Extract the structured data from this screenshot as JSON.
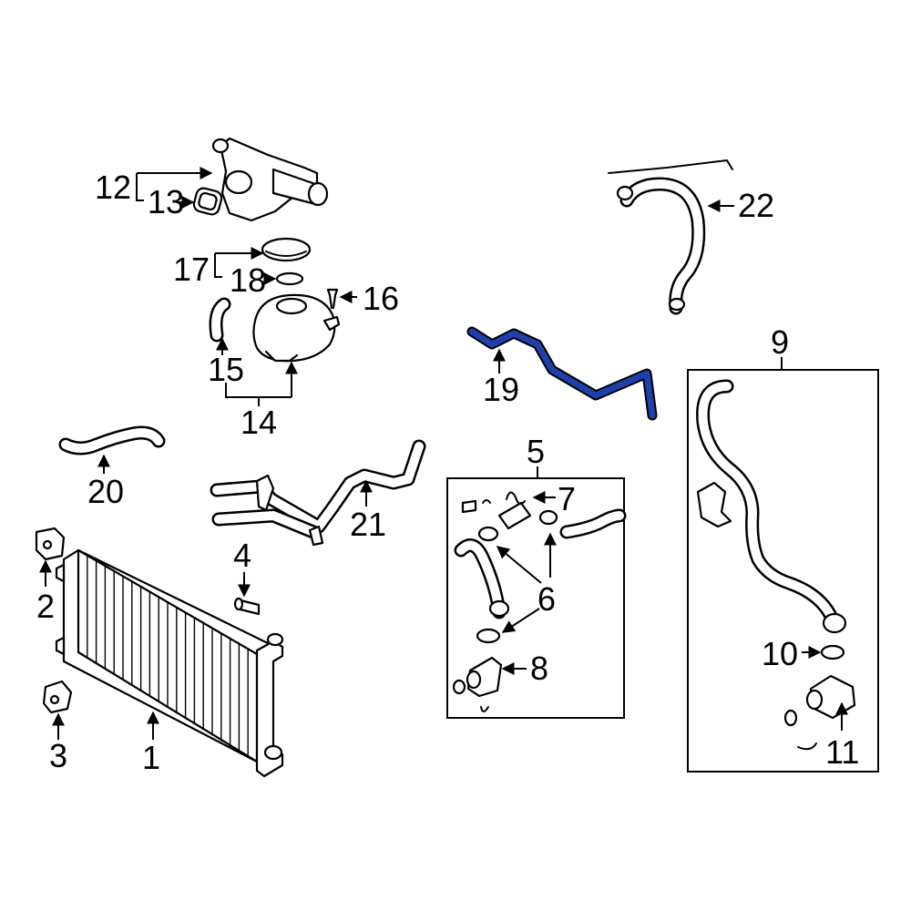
{
  "diagram": {
    "highlight_color": "#1f3faa",
    "highlighted_part": "19",
    "callouts": {
      "c1": "1",
      "c2": "2",
      "c3": "3",
      "c4": "4",
      "c5": "5",
      "c6": "6",
      "c7": "7",
      "c8": "8",
      "c9": "9",
      "c10": "10",
      "c11": "11",
      "c12": "12",
      "c13": "13",
      "c14": "14",
      "c15": "15",
      "c16": "16",
      "c17": "17",
      "c18": "18",
      "c19": "19",
      "c20": "20",
      "c21": "21",
      "c22": "22"
    }
  }
}
